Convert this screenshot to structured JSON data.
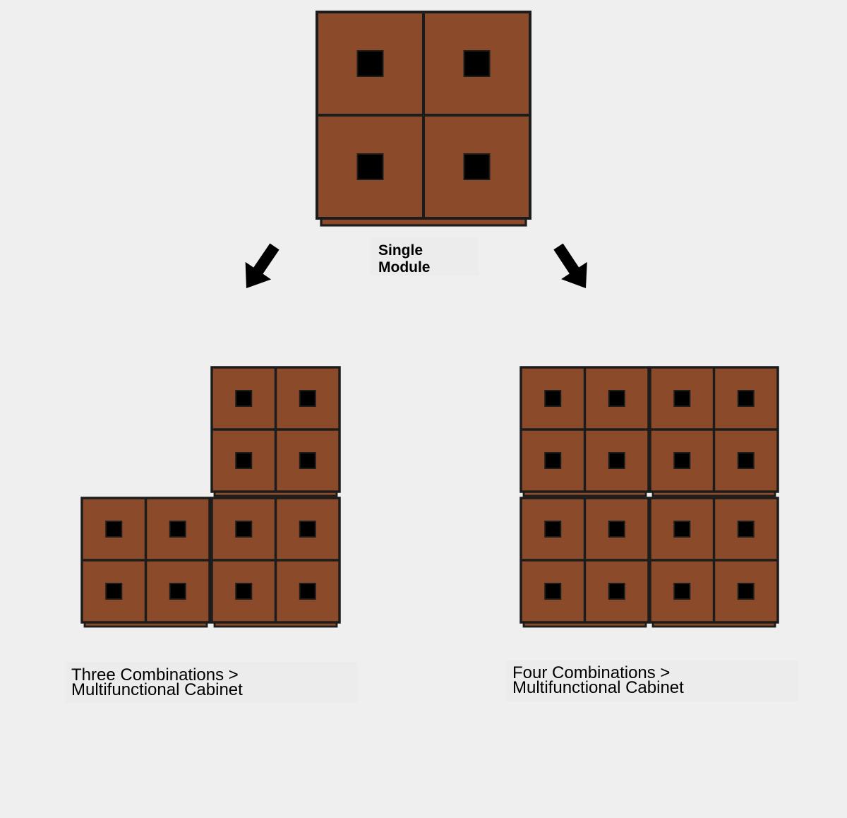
{
  "colors": {
    "background": "#efefef",
    "wood": "#8b4b2b",
    "outline": "#1c1c1c",
    "knob": "#000000"
  },
  "labels": {
    "single": "Single Module",
    "three_line1": "Three Combinations >",
    "three_line2": "Multifunctional Cabinet",
    "four_line1": "Four Combinations >",
    "four_line2": "Multifunctional Cabinet"
  },
  "combinations": [
    {
      "name": "single",
      "modules": 1
    },
    {
      "name": "three",
      "modules": 3
    },
    {
      "name": "four",
      "modules": 4
    }
  ],
  "arrows": [
    {
      "name": "arrow-left",
      "direction": "down-left"
    },
    {
      "name": "arrow-right",
      "direction": "down-right"
    }
  ]
}
